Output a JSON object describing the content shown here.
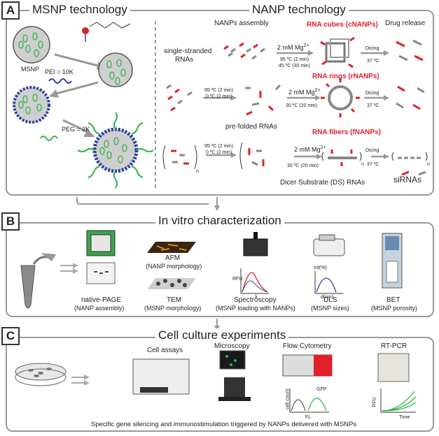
{
  "panelA": {
    "letter": "A",
    "msnp_title": "MSNP technology",
    "nanp_title": "NANP technology",
    "msnp_label": "MSNP",
    "pei_label": "PEI = 10K",
    "peg_label": "PEG = 2K",
    "nanps_assembly": "NANPs assembly",
    "drug_release": "Drug release",
    "single_stranded": "single-stranded",
    "rnas": "RNAs",
    "pre_folded": "pre-folded RNAs",
    "dicer_substrate": "Dicer Substrate (DS) RNAs",
    "sirnas": "siRNAs",
    "rna_cubes": "RNA cubes (cNANPs)",
    "rna_rings": "RNA rings (rNANPs)",
    "rna_fibers": "RNA fibers (fNANPs)",
    "mg": "2 mM Mg",
    "mg_sup": "2+",
    "dicing": "Dicing",
    "temp37": "37 ºC",
    "cond_95_2": "95 ºC (2 min)",
    "cond_45_30": "45 ºC (30 min)",
    "cond_0_2": "0 ºC (2 min)",
    "cond_30_20": "30 ºC (20 min)",
    "subscript_n": "n"
  },
  "panelB": {
    "letter": "B",
    "title": "In vitro characterization",
    "native_page": "native-PAGE",
    "native_page_sub": "(NANP assembly)",
    "afm": "AFM",
    "afm_sub": "(NANP morphology)",
    "tem": "TEM",
    "tem_sub": "(MSNP morphology)",
    "spectroscopy": "Spectroscopy",
    "spectroscopy_sub": "(MSNP loading with NANPs)",
    "dls": "DLS",
    "dls_sub": "(MSNP sizes)",
    "bet": "BET",
    "bet_sub": "(MSNP porosity)",
    "rfu": "RFU",
    "lambda": "λ",
    "int": "Int(%)",
    "dnm": "d(nm)"
  },
  "panelC": {
    "letter": "C",
    "title": "Cell culture experiments",
    "cell_assays": "Cell assays",
    "microscopy": "Microscopy",
    "flow": "Flow Cytometry",
    "rtpcr": "RT-PCR",
    "cell_count": "cell count",
    "gfp": "GFP",
    "fl": "FL",
    "rfu": "RFU",
    "time": "Time",
    "footer": "Specific gene silencing and immunostimulation triggered by NANPs delivered with MSNPs"
  },
  "colors": {
    "red": "#e0202a",
    "green": "#2fb34a",
    "blue": "#2b3fa0",
    "gray": "#9a9a9a"
  }
}
